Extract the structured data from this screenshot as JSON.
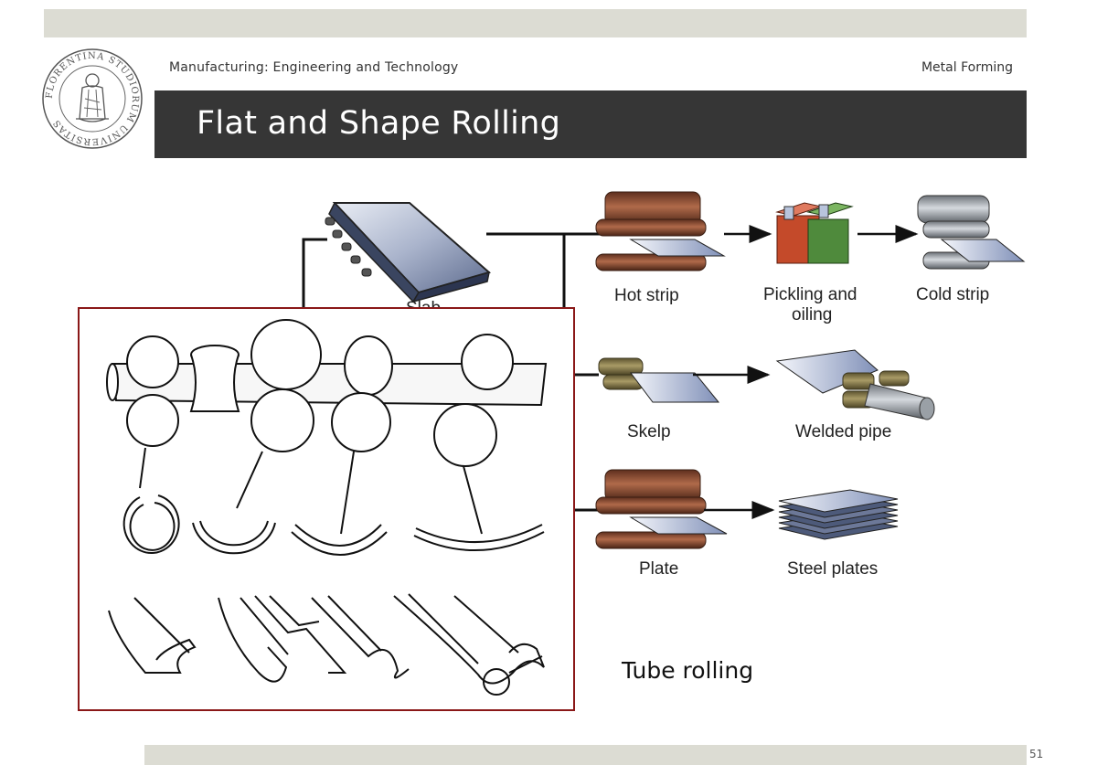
{
  "header": {
    "course": "Manufacturing: Engineering and Technology",
    "topic": "Metal Forming",
    "title": "Flat and Shape Rolling"
  },
  "logo": {
    "text": "FLORENTINA STUDIORUM UNIVERSITAS"
  },
  "diagram": {
    "labels": {
      "slab": "Slab",
      "hot_strip": "Hot strip",
      "pickling_line1": "Pickling and",
      "pickling_line2": "oiling",
      "cold_strip": "Cold strip",
      "skelp": "Skelp",
      "welded_pipe": "Welded pipe",
      "plate": "Plate",
      "steel_plates": "Steel plates"
    }
  },
  "inset": {
    "caption": "Tube rolling"
  },
  "footer": {
    "page_number": "51"
  },
  "colors": {
    "title_bar": "#363636",
    "band": "#dcdcd3",
    "inset_border": "#8a1818",
    "roll_brown": "#8b4a32",
    "roll_olive": "#8f8452",
    "tank_red": "#c44a2a",
    "tank_green": "#4f8a3c",
    "roll_gray": "#9aa0a6"
  }
}
